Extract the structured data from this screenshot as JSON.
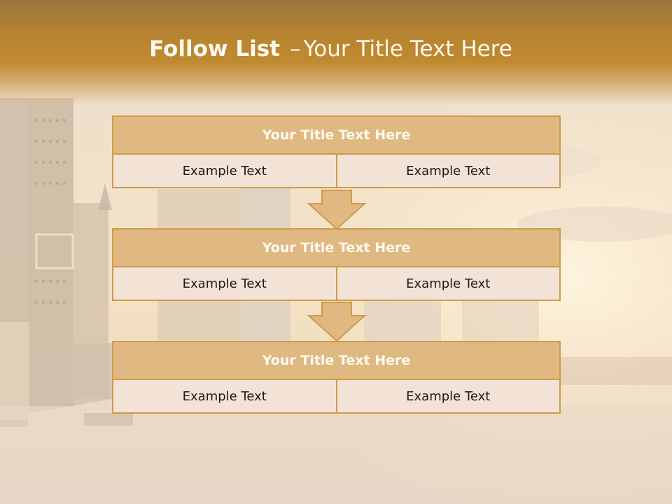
{
  "header": {
    "title_bold": "Follow List",
    "separator": "–",
    "title_rest": "Your Title Text Here"
  },
  "blocks": [
    {
      "title": "Your Title Text Here",
      "left": "Example Text",
      "right": "Example Text"
    },
    {
      "title": "Your Title Text Here",
      "left": "Example Text",
      "right": "Example Text"
    },
    {
      "title": "Your Title Text Here",
      "left": "Example Text",
      "right": "Example Text"
    }
  ],
  "colors": {
    "header": "#b88430",
    "block_title": "#dfb981",
    "cell": "#f3e3d6",
    "border": "#cf9b4a"
  },
  "icons": [
    "down-arrow-icon",
    "down-arrow-icon"
  ]
}
